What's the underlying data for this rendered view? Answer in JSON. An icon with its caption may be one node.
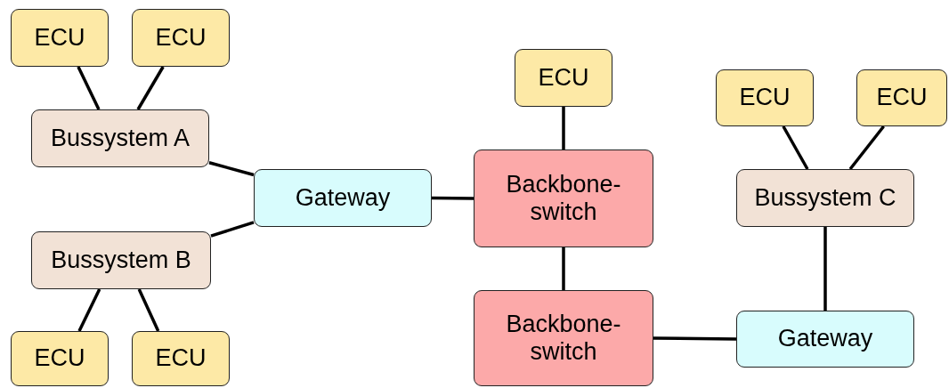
{
  "diagram": {
    "nodes": [
      {
        "text": [
          "ECU"
        ]
      },
      {
        "text": [
          "ECU"
        ]
      },
      {
        "text": [
          "Bussystem A"
        ]
      },
      {
        "text": [
          "Gateway"
        ]
      },
      {
        "text": [
          "Bussystem B"
        ]
      },
      {
        "text": [
          "ECU"
        ]
      },
      {
        "text": [
          "ECU"
        ]
      },
      {
        "text": [
          "ECU"
        ]
      },
      {
        "text": [
          "Backbone-switch"
        ]
      },
      {
        "text": [
          "Backbone-switch"
        ]
      },
      {
        "text": [
          "ECU"
        ]
      },
      {
        "text": [
          "ECU"
        ]
      },
      {
        "text": [
          "Bussystem C"
        ]
      },
      {
        "text": [
          "Gateway"
        ]
      }
    ],
    "edges": [
      {
        "from": 0,
        "to": 2,
        "arrow": "none"
      },
      {
        "from": 1,
        "to": 2,
        "arrow": "none"
      },
      {
        "from": 2,
        "to": 3,
        "arrow": "none"
      },
      {
        "from": 4,
        "to": 3,
        "arrow": "none"
      },
      {
        "from": 4,
        "to": 5,
        "arrow": "none"
      },
      {
        "from": 4,
        "to": 6,
        "arrow": "none"
      },
      {
        "from": 3,
        "to": 8,
        "arrow": "none"
      },
      {
        "from": 7,
        "to": 8,
        "arrow": "none"
      },
      {
        "from": 8,
        "to": 9,
        "arrow": "none"
      },
      {
        "from": 9,
        "to": 13,
        "arrow": "none"
      },
      {
        "from": 10,
        "to": 12,
        "arrow": "none"
      },
      {
        "from": 11,
        "to": 12,
        "arrow": "none"
      },
      {
        "from": 12,
        "to": 13,
        "arrow": "none"
      }
    ]
  }
}
